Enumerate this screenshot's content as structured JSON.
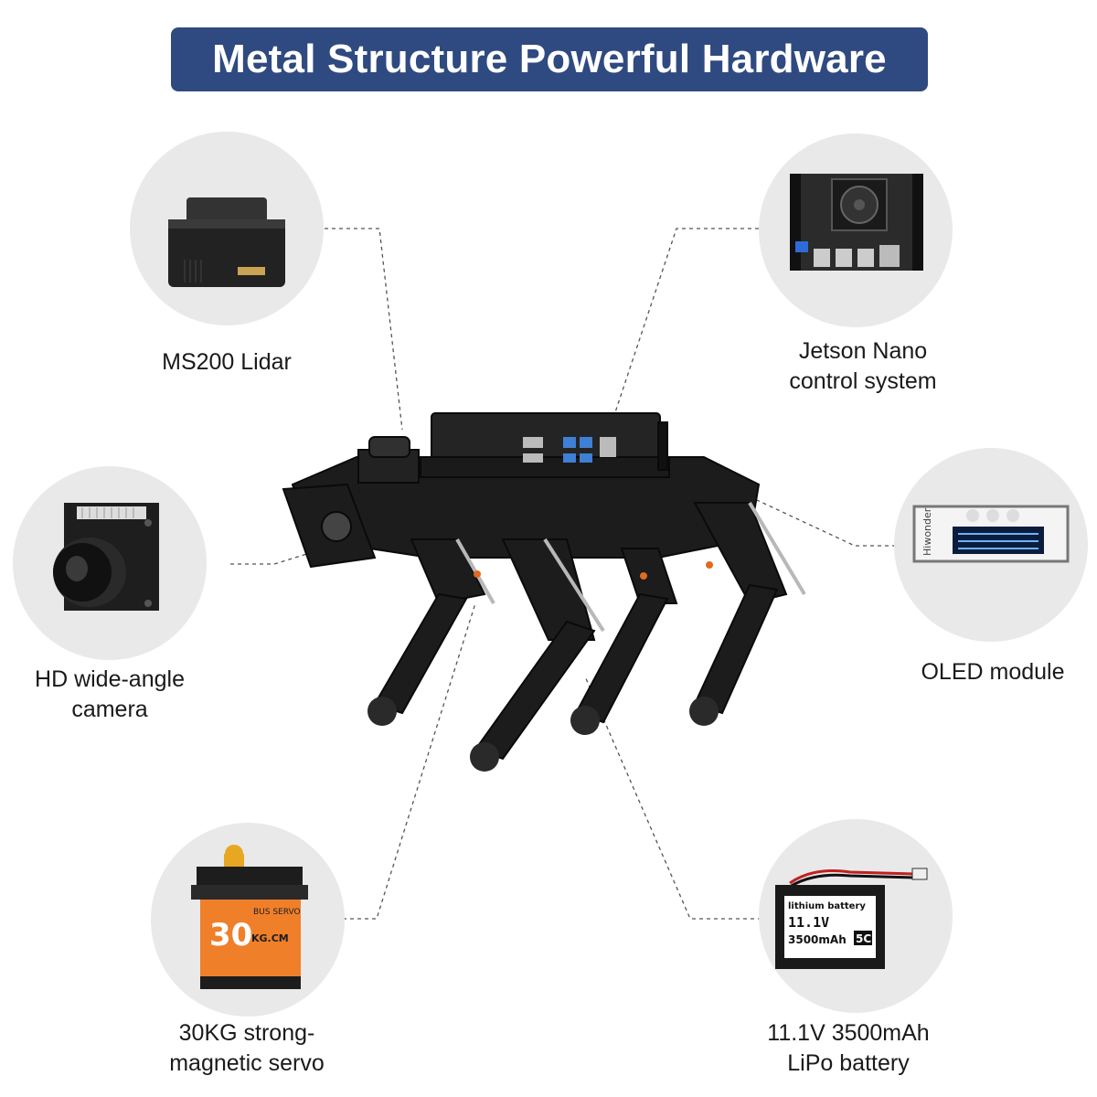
{
  "banner": {
    "title": "Metal Structure Powerful Hardware"
  },
  "colors": {
    "banner_bg": "#2f4a80",
    "circle_bg": "#e9e9e9",
    "servo_orange": "#f07f2a",
    "leader_line": "#555555"
  },
  "features": {
    "lidar": {
      "label": "MS200 Lidar"
    },
    "jetson": {
      "line1": "Jetson Nano",
      "line2": "control system"
    },
    "camera": {
      "line1": "HD wide-angle",
      "line2": "camera"
    },
    "oled": {
      "label": "OLED module",
      "brand_text": "Hiwonder"
    },
    "servo": {
      "line1": "30KG strong-",
      "line2": "magnetic servo",
      "badge_number": "30",
      "badge_unit": "KG.CM",
      "badge_text": "BUS SERVO"
    },
    "battery": {
      "line1": "11.1V 3500mAh",
      "line2": "LiPo battery",
      "sticker_title": "lithium battery",
      "sticker_voltage": "11.1V",
      "sticker_capacity": "3500mAh",
      "sticker_rate": "5C"
    }
  },
  "icons": [
    "lidar-icon",
    "jetson-board-icon",
    "camera-module-icon",
    "oled-module-icon",
    "servo-icon",
    "battery-icon",
    "robot-dog-illustration"
  ]
}
